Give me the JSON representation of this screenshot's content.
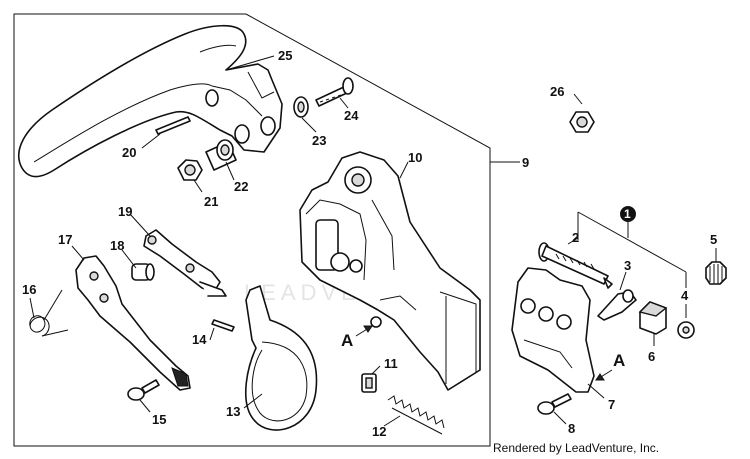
{
  "callouts": [
    "1",
    "2",
    "3",
    "4",
    "5",
    "6",
    "7",
    "8",
    "9",
    "10",
    "11",
    "12",
    "13",
    "14",
    "15",
    "16",
    "17",
    "18",
    "19",
    "20",
    "21",
    "22",
    "23",
    "24",
    "25",
    "26"
  ],
  "reference_marks": {
    "left": "A",
    "right": "A"
  },
  "watermark": "LEADVENTURE",
  "footer": "Rendered by LeadVenture, Inc."
}
